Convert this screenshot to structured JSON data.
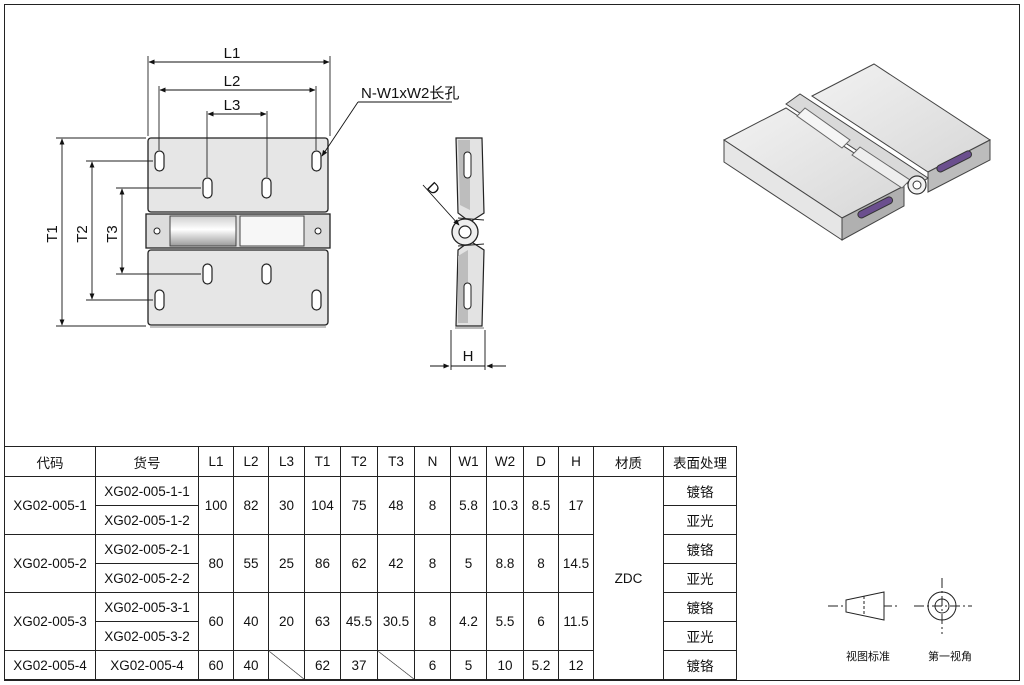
{
  "drawing": {
    "front_view": {
      "labels": {
        "l1": "L1",
        "l2": "L2",
        "l3": "L3",
        "t1": "T1",
        "t2": "T2",
        "t3": "T3"
      },
      "slot_callout": "N-W1xW2长孔"
    },
    "side_view": {
      "labels": {
        "d": "D",
        "h": "H"
      }
    },
    "projection_legend": {
      "standard_label": "视图标准",
      "first_angle_label": "第一视角"
    }
  },
  "table": {
    "headers": [
      "代码",
      "货号",
      "L1",
      "L2",
      "L3",
      "T1",
      "T2",
      "T3",
      "N",
      "W1",
      "W2",
      "D",
      "H",
      "材质",
      "表面处理"
    ],
    "material": "ZDC",
    "groups": [
      {
        "code": "XG02-005-1",
        "items": [
          "XG02-005-1-1",
          "XG02-005-1-2"
        ],
        "finishes": [
          "镀铬",
          "亚光"
        ],
        "values": {
          "L1": "100",
          "L2": "82",
          "L3": "30",
          "T1": "104",
          "T2": "75",
          "T3": "48",
          "N": "8",
          "W1": "5.8",
          "W2": "10.3",
          "D": "8.5",
          "H": "17"
        }
      },
      {
        "code": "XG02-005-2",
        "items": [
          "XG02-005-2-1",
          "XG02-005-2-2"
        ],
        "finishes": [
          "镀铬",
          "亚光"
        ],
        "values": {
          "L1": "80",
          "L2": "55",
          "L3": "25",
          "T1": "86",
          "T2": "62",
          "T3": "42",
          "N": "8",
          "W1": "5",
          "W2": "8.8",
          "D": "8",
          "H": "14.5"
        }
      },
      {
        "code": "XG02-005-3",
        "items": [
          "XG02-005-3-1",
          "XG02-005-3-2"
        ],
        "finishes": [
          "镀铬",
          "亚光"
        ],
        "values": {
          "L1": "60",
          "L2": "40",
          "L3": "20",
          "T1": "63",
          "T2": "45.5",
          "T3": "30.5",
          "N": "8",
          "W1": "4.2",
          "W2": "5.5",
          "D": "6",
          "H": "11.5"
        }
      },
      {
        "code": "XG02-005-4",
        "items": [
          "XG02-005-4"
        ],
        "finishes": [
          "镀铬"
        ],
        "values": {
          "L1": "60",
          "L2": "40",
          "L3": "",
          "T1": "62",
          "T2": "37",
          "T3": "",
          "N": "6",
          "W1": "5",
          "W2": "10",
          "D": "5.2",
          "H": "12"
        }
      }
    ]
  }
}
